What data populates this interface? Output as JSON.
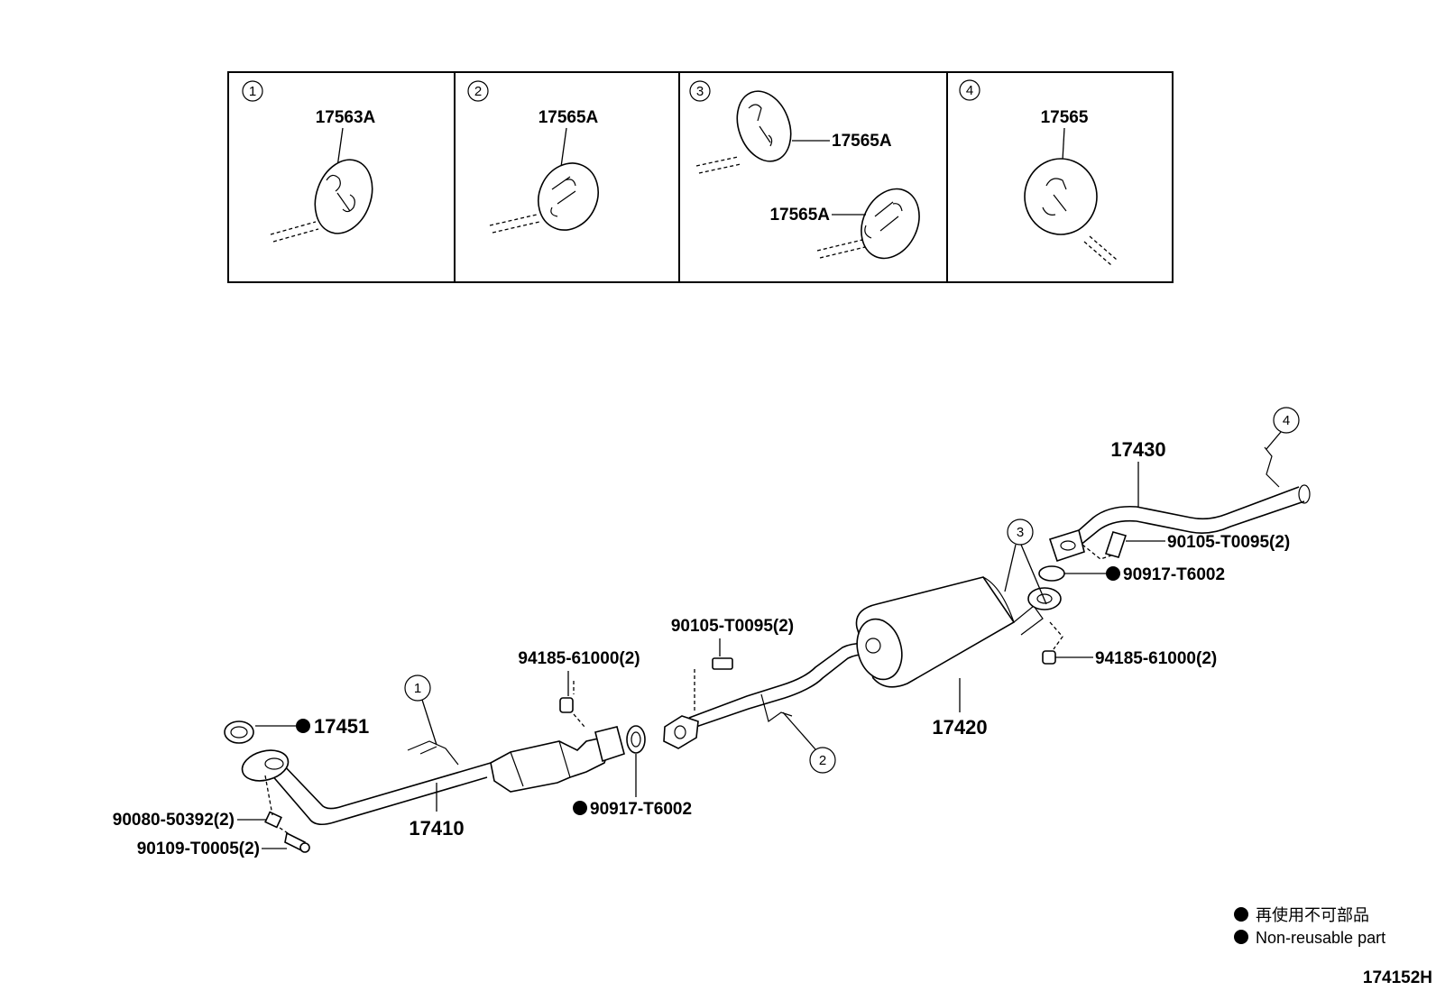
{
  "insets": [
    {
      "circle": "1",
      "part": "17563A"
    },
    {
      "circle": "2",
      "part": "17565A"
    },
    {
      "circle": "3",
      "parts": [
        "17565A",
        "17565A"
      ]
    },
    {
      "circle": "4",
      "part": "17565"
    }
  ],
  "callouts": {
    "c1": "1",
    "c2": "2",
    "c3": "3",
    "c4": "4"
  },
  "labels": {
    "p17451": "17451",
    "p17410": "17410",
    "p17420": "17420",
    "p17430": "17430",
    "p90080": "90080-50392(2)",
    "p90109": "90109-T0005(2)",
    "p94185_front": "94185-61000(2)",
    "p90917_front": "90917-T6002",
    "p90105_mid": "90105-T0095(2)",
    "p94185_rear": "94185-61000(2)",
    "p90917_rear": "90917-T6002",
    "p90105_rear": "90105-T0095(2)"
  },
  "legend": {
    "jp": "再使用不可部品",
    "en": "Non-reusable part"
  },
  "diagram_id": "174152H"
}
